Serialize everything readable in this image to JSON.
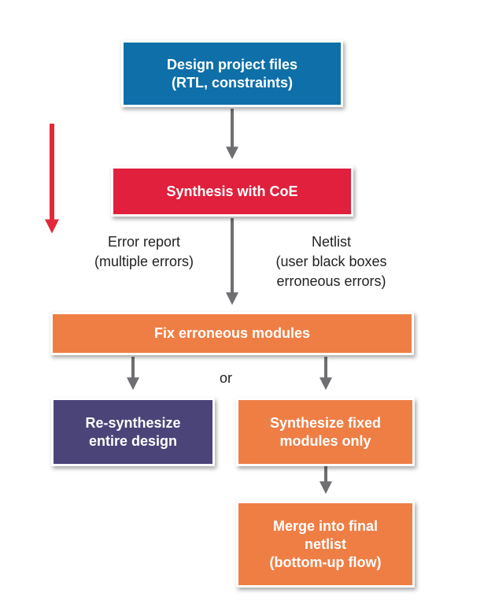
{
  "colors": {
    "blue": "#0f6fa8",
    "red": "#e0203c",
    "orange": "#ef7e45",
    "purple": "#4b4478",
    "connector": "#6f6f73",
    "flow_arrow": "#e3283a"
  },
  "boxes": {
    "design_files": "Design project files\n(RTL, constraints)",
    "synthesis": "Synthesis with CoE",
    "fix": "Fix erroneous modules",
    "resynthesize": "Re-synthesize\nentire design",
    "synthesize_fixed": "Synthesize fixed\nmodules only",
    "merge": "Merge into final\nnetlist\n(bottom-up flow)"
  },
  "labels": {
    "error_report": "Error report\n(multiple errors)",
    "netlist": "Netlist\n(user black boxes\nerroneous errors)",
    "or": "or"
  }
}
